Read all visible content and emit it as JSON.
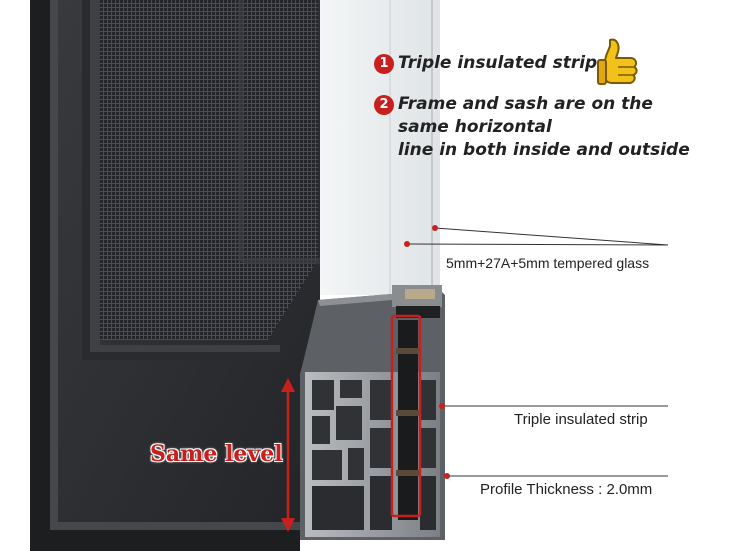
{
  "callouts": {
    "one": {
      "number": "1",
      "text": "Triple insulated strip,",
      "icon": "thumbs-up-icon"
    },
    "two": {
      "number": "2",
      "line1": "Frame and sash are on the",
      "line2": "same horizontal",
      "line3": "line in both inside and outside"
    }
  },
  "labels": {
    "glass": "5mm+27A+5mm tempered glass",
    "strip": "Triple insulated strip",
    "thickness": "Profile Thickness : 2.0mm",
    "same_level": "Same level"
  },
  "colors": {
    "accent_red": "#c8201e",
    "frame_dark": "#2b2c2e",
    "aluminum": "#9a9ea2",
    "thumb_yellow": "#f2c21b"
  }
}
